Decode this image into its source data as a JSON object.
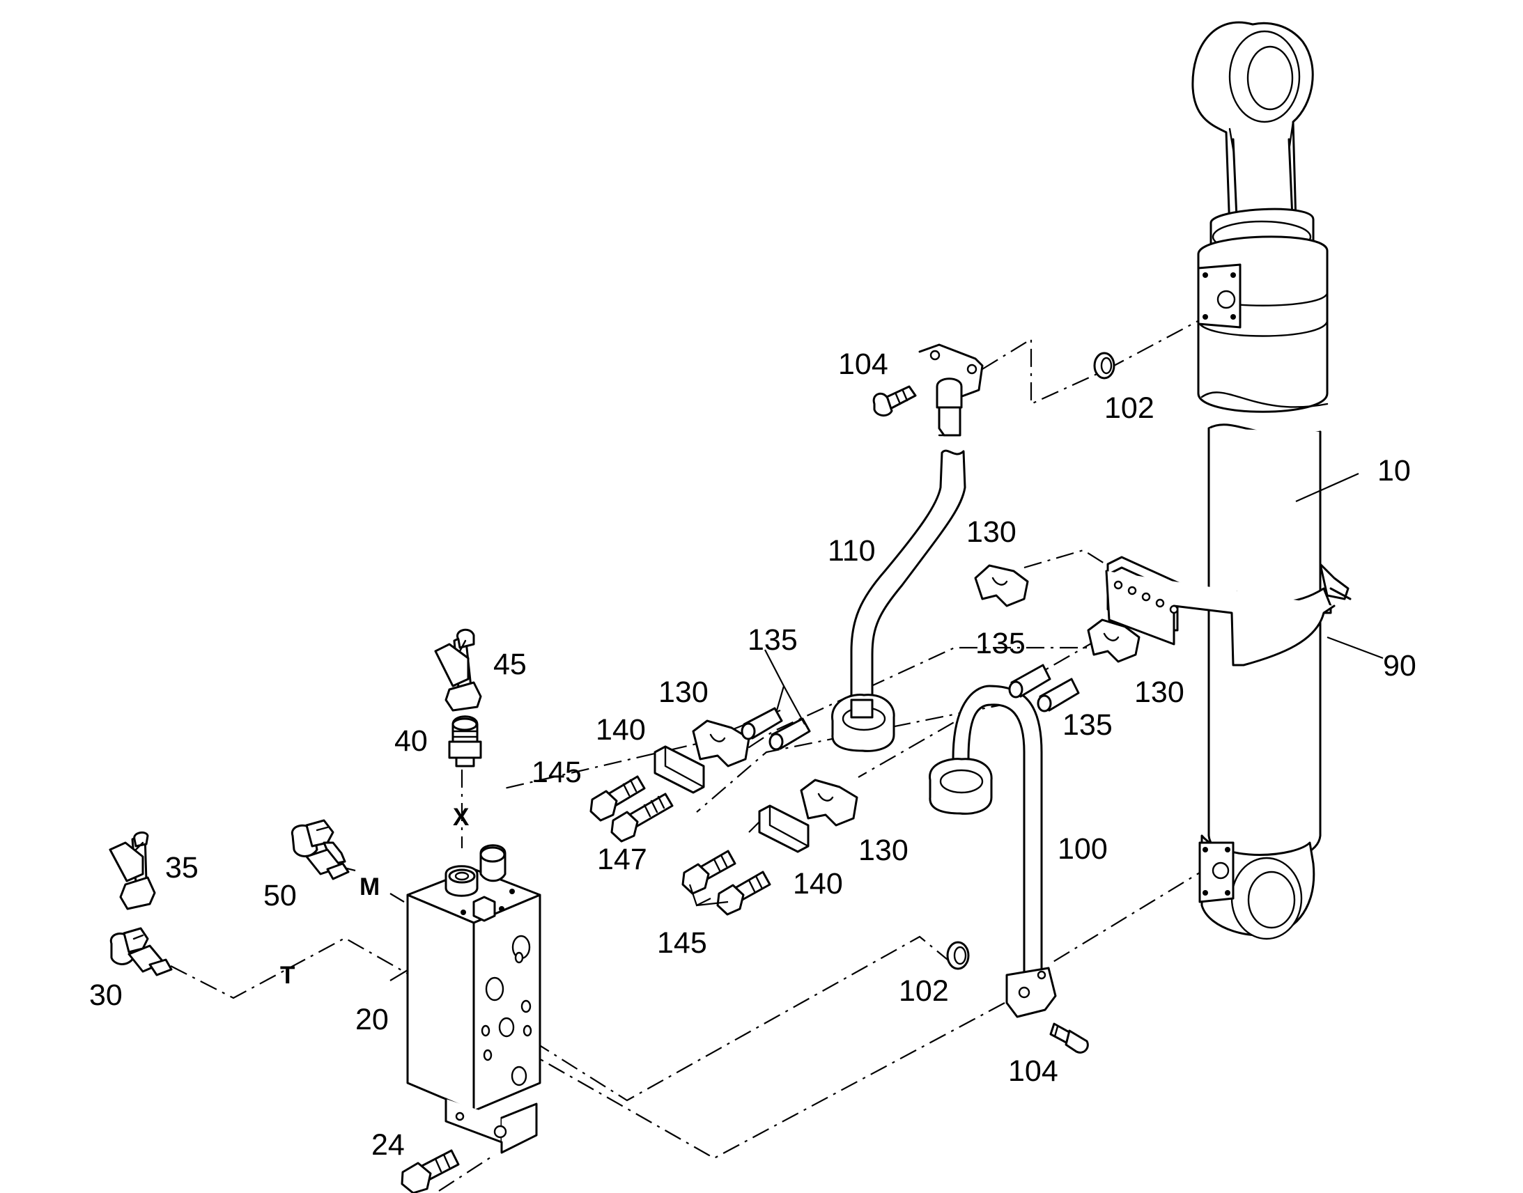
{
  "callouts": {
    "c10": "10",
    "c20": "20",
    "c24": "24",
    "c30": "30",
    "c35": "35",
    "c40": "40",
    "c45": "45",
    "c50": "50",
    "c90": "90",
    "c100": "100",
    "c102_top": "102",
    "c102_bottom": "102",
    "c104_top": "104",
    "c104_bottom": "104",
    "c110": "110",
    "c130_top": "130",
    "c130_left": "130",
    "c130_right": "130",
    "c130_bottom": "130",
    "c135_left": "135",
    "c135_right_top": "135",
    "c135_right_bottom": "135",
    "c140_upper": "140",
    "c140_lower": "140",
    "c145_upper": "145",
    "c145_lower": "145",
    "c147": "147"
  },
  "ports": {
    "x": "X",
    "m": "M",
    "t": "T"
  }
}
